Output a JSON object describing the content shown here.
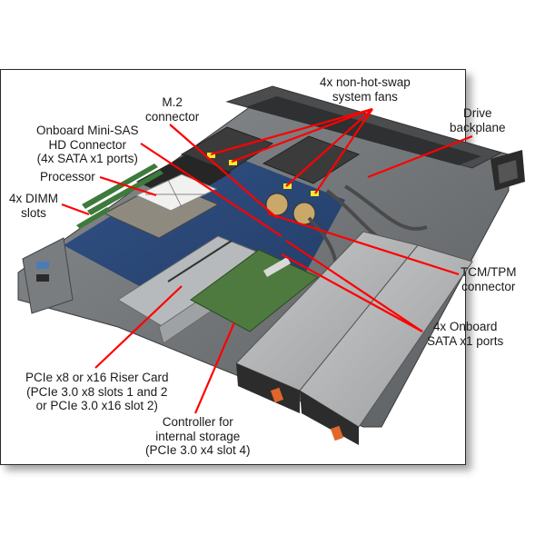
{
  "figure": {
    "subject": "1U rack server, internal view with cover removed",
    "leader_color": "#ff0000",
    "frame_border_color": "#2a2a2a"
  },
  "callouts": [
    {
      "id": "fans",
      "lines": [
        "4x non-hot-swap",
        "system fans"
      ]
    },
    {
      "id": "m2",
      "lines": [
        "M.2",
        "connector"
      ]
    },
    {
      "id": "drive-backplane",
      "lines": [
        "Drive",
        "backplane"
      ]
    },
    {
      "id": "mini-sas",
      "lines": [
        "Onboard Mini-SAS",
        "HD Connector",
        "(4x SATA x1 ports)"
      ]
    },
    {
      "id": "processor",
      "lines": [
        "Processor"
      ]
    },
    {
      "id": "dimm",
      "lines": [
        "4x DIMM",
        "slots"
      ]
    },
    {
      "id": "tcm-tpm",
      "lines": [
        "TCM/TPM",
        "connector"
      ]
    },
    {
      "id": "sata-ports",
      "lines": [
        "4x Onboard",
        "SATA x1 ports"
      ]
    },
    {
      "id": "riser",
      "lines": [
        "PCIe x8 or x16 Riser Card",
        "(PCIe 3.0 x8 slots 1 and 2",
        "or PCIe 3.0 x16 slot 2)"
      ]
    },
    {
      "id": "controller",
      "lines": [
        "Controller for",
        "internal storage",
        "(PCIe 3.0 x4 slot 4)"
      ]
    }
  ]
}
